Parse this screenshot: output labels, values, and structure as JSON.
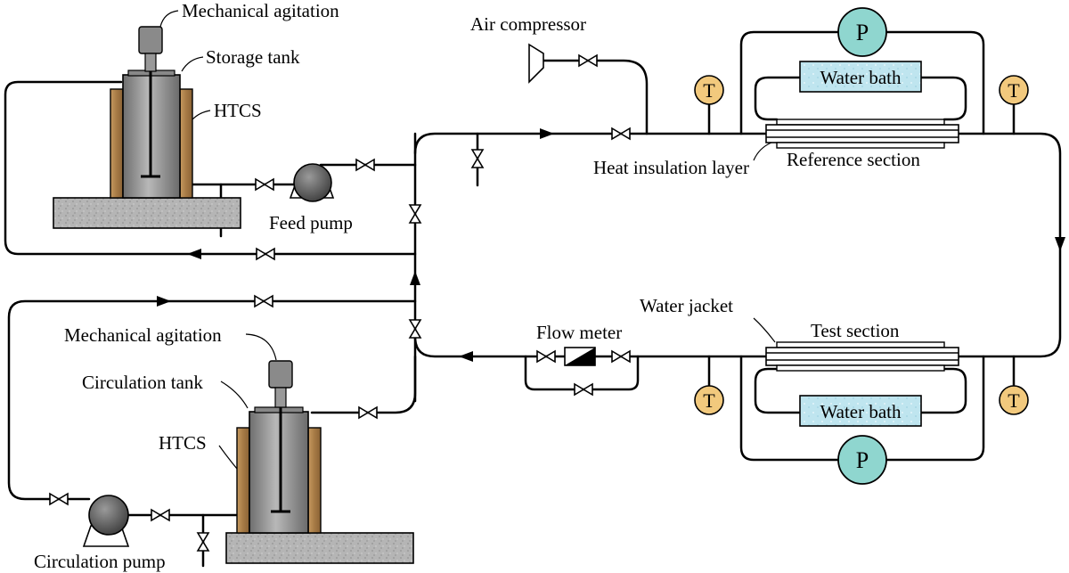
{
  "labels": {
    "mech_agitation_top": "Mechanical agitation",
    "storage_tank": "Storage tank",
    "htcs_top": "HTCS",
    "feed_pump": "Feed pump",
    "air_compressor": "Air compressor",
    "heat_insulation_layer": "Heat insulation layer",
    "reference_section": "Reference section",
    "water_bath_top": "Water bath",
    "mech_agitation_bottom": "Mechanical agitation",
    "circulation_tank": "Circulation tank",
    "htcs_bottom": "HTCS",
    "circulation_pump": "Circulation pump",
    "flow_meter": "Flow meter",
    "water_jacket": "Water jacket",
    "test_section": "Test section",
    "water_bath_bottom": "Water bath"
  },
  "gauges": {
    "pressure": "P",
    "temperature": "T"
  },
  "colors": {
    "gauge_p": "#8fd6cf",
    "gauge_t": "#f2c97d",
    "water_bath": "#b9e3ee",
    "heater": "#b48a55",
    "tank": "#8c8c8c",
    "base": "#b0b0b0"
  }
}
